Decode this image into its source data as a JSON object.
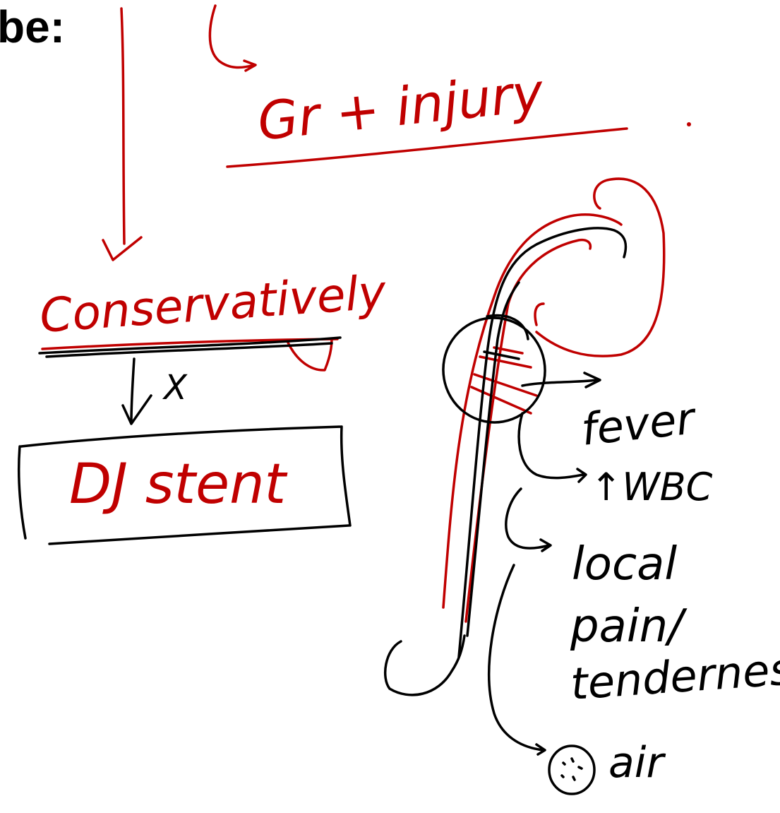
{
  "heading": {
    "text": "be:"
  },
  "annotations": {
    "gr_injury": "Gr + injury",
    "conservatively": "Conservatively",
    "cross_mark": "X",
    "dj_stent": "DJ stent",
    "fever": "fever",
    "wbc": "↑WBC",
    "local": "local",
    "pain": "pain/",
    "tenderness": "tenderness",
    "air": "air"
  },
  "colors": {
    "red_ink": "#c00000",
    "black_ink": "#000000",
    "background": "#ffffff"
  }
}
